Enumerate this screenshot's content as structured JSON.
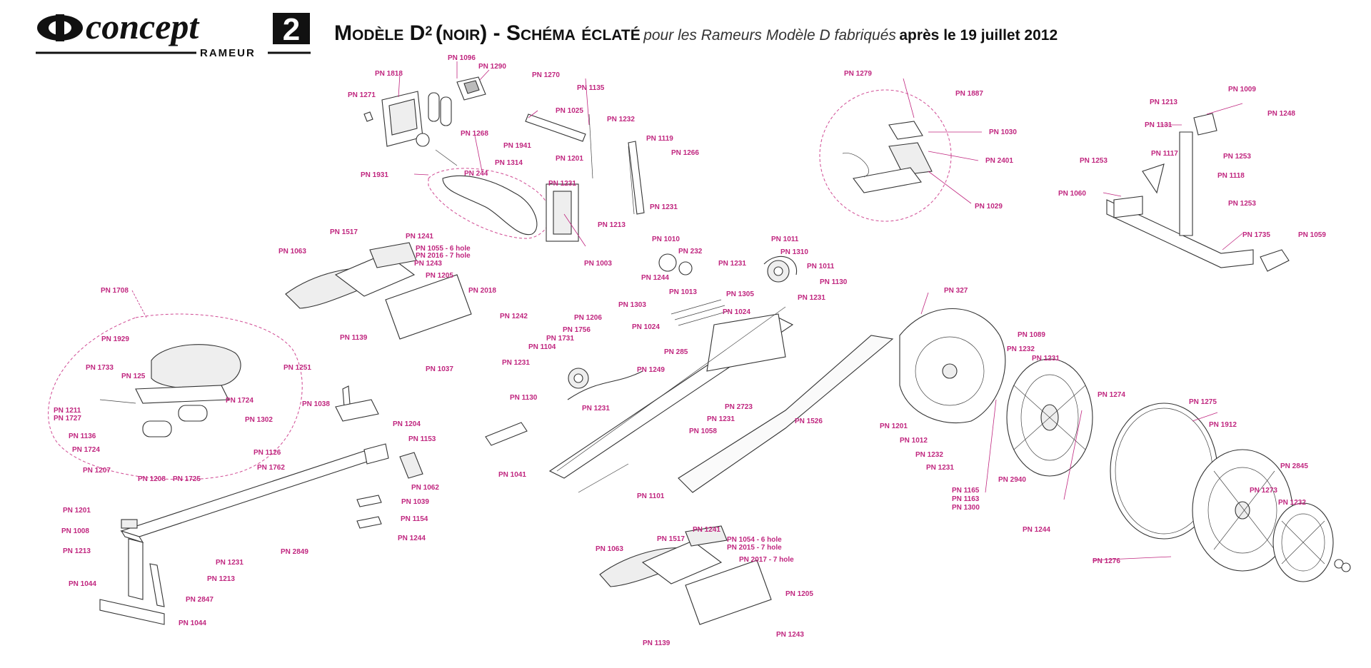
{
  "brand": {
    "name": "concept",
    "digit": "2",
    "subtitle": "RAMEUR"
  },
  "title": {
    "main": "Modèle D",
    "superscript": "2",
    "variant": "(noir) - Schéma éclaté",
    "subtitle": "pour les Rameurs Modèle D fabriqués",
    "date_text": "après le 19 juillet 2012"
  },
  "parts": [
    {
      "id": "pn1818",
      "text": "PN 1818"
    },
    {
      "id": "pn1096",
      "text": "PN 1096"
    },
    {
      "id": "pn1290",
      "text": "PN 1290"
    },
    {
      "id": "pn1271",
      "text": "PN 1271"
    },
    {
      "id": "pn1268",
      "text": "PN 1268"
    },
    {
      "id": "pn1931",
      "text": "PN 1931"
    },
    {
      "id": "pn1941",
      "text": "PN 1941"
    },
    {
      "id": "pn1314",
      "text": "PN 1314"
    },
    {
      "id": "pn244",
      "text": "PN 244"
    },
    {
      "id": "pn1270",
      "text": "PN 1270"
    },
    {
      "id": "pn1025",
      "text": "PN 1025"
    },
    {
      "id": "pn1135",
      "text": "PN 1135"
    },
    {
      "id": "pn1232a",
      "text": "PN 1232"
    },
    {
      "id": "pn1201a",
      "text": "PN 1201"
    },
    {
      "id": "pn1231a",
      "text": "PN 1231"
    },
    {
      "id": "pn1119",
      "text": "PN 1119"
    },
    {
      "id": "pn1266",
      "text": "PN 1266"
    },
    {
      "id": "pn1231b",
      "text": "PN 1231"
    },
    {
      "id": "pn1213a",
      "text": "PN 1213"
    },
    {
      "id": "pn1003",
      "text": "PN 1003"
    },
    {
      "id": "pn1279",
      "text": "PN 1279"
    },
    {
      "id": "pn1887",
      "text": "PN 1887"
    },
    {
      "id": "pn1030",
      "text": "PN 1030"
    },
    {
      "id": "pn2401",
      "text": "PN 2401"
    },
    {
      "id": "pn1029",
      "text": "PN 1029"
    },
    {
      "id": "pn1213b",
      "text": "PN 1213"
    },
    {
      "id": "pn1009",
      "text": "PN 1009"
    },
    {
      "id": "pn1248",
      "text": "PN 1248"
    },
    {
      "id": "pn1131",
      "text": "PN 1131"
    },
    {
      "id": "pn1117",
      "text": "PN 1117"
    },
    {
      "id": "pn1253a",
      "text": "PN 1253"
    },
    {
      "id": "pn1253b",
      "text": "PN 1253"
    },
    {
      "id": "pn1118",
      "text": "PN 1118"
    },
    {
      "id": "pn1060",
      "text": "PN 1060"
    },
    {
      "id": "pn1253c",
      "text": "PN 1253"
    },
    {
      "id": "pn1735",
      "text": "PN 1735"
    },
    {
      "id": "pn1059",
      "text": "PN 1059"
    },
    {
      "id": "pn1063a",
      "text": "PN 1063"
    },
    {
      "id": "pn1517a",
      "text": "PN 1517"
    },
    {
      "id": "pn1241a",
      "text": "PN 1241"
    },
    {
      "id": "pn1055",
      "text": "PN 1055 - 6 hole"
    },
    {
      "id": "pn2016",
      "text": "PN 2016 - 7 hole"
    },
    {
      "id": "pn1243a",
      "text": "PN 1243"
    },
    {
      "id": "pn1205a",
      "text": "PN 1205"
    },
    {
      "id": "pn2018",
      "text": "PN 2018"
    },
    {
      "id": "pn1139a",
      "text": "PN 1139"
    },
    {
      "id": "pn1242",
      "text": "PN 1242"
    },
    {
      "id": "pn1037",
      "text": "PN 1037"
    },
    {
      "id": "pn1010",
      "text": "PN 1010"
    },
    {
      "id": "pn232",
      "text": "PN 232"
    },
    {
      "id": "pn1244a",
      "text": "PN 1244"
    },
    {
      "id": "pn1013",
      "text": "PN 1013"
    },
    {
      "id": "pn1011a",
      "text": "PN 1011"
    },
    {
      "id": "pn1310",
      "text": "PN 1310"
    },
    {
      "id": "pn1231c",
      "text": "PN 1231"
    },
    {
      "id": "pn1011b",
      "text": "PN 1011"
    },
    {
      "id": "pn1130a",
      "text": "PN 1130"
    },
    {
      "id": "pn1305",
      "text": "PN 1305"
    },
    {
      "id": "pn1231d",
      "text": "PN 1231"
    },
    {
      "id": "pn1024a",
      "text": "PN 1024"
    },
    {
      "id": "pn1708",
      "text": "PN 1708"
    },
    {
      "id": "pn1929",
      "text": "PN 1929"
    },
    {
      "id": "pn1733",
      "text": "PN 1733"
    },
    {
      "id": "pn125",
      "text": "PN 125"
    },
    {
      "id": "pn1211",
      "text": "PN 1211"
    },
    {
      "id": "pn1727",
      "text": "PN 1727"
    },
    {
      "id": "pn1724a",
      "text": "PN 1724"
    },
    {
      "id": "pn1302",
      "text": "PN 1302"
    },
    {
      "id": "pn1136",
      "text": "PN 1136"
    },
    {
      "id": "pn1724b",
      "text": "PN 1724"
    },
    {
      "id": "pn1126",
      "text": "PN 1126"
    },
    {
      "id": "pn1207",
      "text": "PN 1207"
    },
    {
      "id": "pn1208",
      "text": "PN 1208"
    },
    {
      "id": "pn1725",
      "text": "PN 1725"
    },
    {
      "id": "pn1251",
      "text": "PN 1251"
    },
    {
      "id": "pn1038",
      "text": "PN 1038"
    },
    {
      "id": "pn1204",
      "text": "PN 1204"
    },
    {
      "id": "pn1153",
      "text": "PN 1153"
    },
    {
      "id": "pn1762",
      "text": "PN 1762"
    },
    {
      "id": "pn1062",
      "text": "PN 1062"
    },
    {
      "id": "pn1039",
      "text": "PN 1039"
    },
    {
      "id": "pn1154",
      "text": "PN 1154"
    },
    {
      "id": "pn1244b",
      "text": "PN 1244"
    },
    {
      "id": "pn1201b",
      "text": "PN 1201"
    },
    {
      "id": "pn1008",
      "text": "PN 1008"
    },
    {
      "id": "pn1213c",
      "text": "PN 1213"
    },
    {
      "id": "pn1231e",
      "text": "PN 1231"
    },
    {
      "id": "pn2849",
      "text": "PN 2849"
    },
    {
      "id": "pn1213d",
      "text": "PN 1213"
    },
    {
      "id": "pn1044a",
      "text": "PN 1044"
    },
    {
      "id": "pn2847",
      "text": "PN 2847"
    },
    {
      "id": "pn1044b",
      "text": "PN 1044"
    },
    {
      "id": "pn1206",
      "text": "PN 1206"
    },
    {
      "id": "pn1303",
      "text": "PN 1303"
    },
    {
      "id": "pn1756",
      "text": "PN 1756"
    },
    {
      "id": "pn1731",
      "text": "PN 1731"
    },
    {
      "id": "pn1104",
      "text": "PN 1104"
    },
    {
      "id": "pn1024b",
      "text": "PN 1024"
    },
    {
      "id": "pn285",
      "text": "PN 285"
    },
    {
      "id": "pn1231f",
      "text": "PN 1231"
    },
    {
      "id": "pn1249",
      "text": "PN 1249"
    },
    {
      "id": "pn1130b",
      "text": "PN 1130"
    },
    {
      "id": "pn1231g",
      "text": "PN 1231"
    },
    {
      "id": "pn2723",
      "text": "PN 2723"
    },
    {
      "id": "pn1231h",
      "text": "PN 1231"
    },
    {
      "id": "pn1058",
      "text": "PN 1058"
    },
    {
      "id": "pn1526",
      "text": "PN 1526"
    },
    {
      "id": "pn1041",
      "text": "PN 1041"
    },
    {
      "id": "pn1101",
      "text": "PN 1101"
    },
    {
      "id": "pn1063b",
      "text": "PN 1063"
    },
    {
      "id": "pn1517b",
      "text": "PN 1517"
    },
    {
      "id": "pn1241b",
      "text": "PN 1241"
    },
    {
      "id": "pn1054",
      "text": "PN 1054 - 6 hole"
    },
    {
      "id": "pn2015",
      "text": "PN 2015 - 7 hole"
    },
    {
      "id": "pn2017",
      "text": "PN 2017 - 7 hole"
    },
    {
      "id": "pn1205b",
      "text": "PN 1205"
    },
    {
      "id": "pn1139b",
      "text": "PN 1139"
    },
    {
      "id": "pn1243b",
      "text": "PN 1243"
    },
    {
      "id": "pn327",
      "text": "PN 327"
    },
    {
      "id": "pn1089",
      "text": "PN 1089"
    },
    {
      "id": "pn1232b",
      "text": "PN 1232"
    },
    {
      "id": "pn1231i",
      "text": "PN 1231"
    },
    {
      "id": "pn1201c",
      "text": "PN 1201"
    },
    {
      "id": "pn1012",
      "text": "PN 1012"
    },
    {
      "id": "pn1232c",
      "text": "PN 1232"
    },
    {
      "id": "pn1231j",
      "text": "PN 1231"
    },
    {
      "id": "pn1165",
      "text": "PN 1165"
    },
    {
      "id": "pn1163",
      "text": "PN 1163"
    },
    {
      "id": "pn1300",
      "text": "PN 1300"
    },
    {
      "id": "pn2940",
      "text": "PN 2940"
    },
    {
      "id": "pn1274",
      "text": "PN 1274"
    },
    {
      "id": "pn1275",
      "text": "PN 1275"
    },
    {
      "id": "pn1912",
      "text": "PN 1912"
    },
    {
      "id": "pn2845",
      "text": "PN 2845"
    },
    {
      "id": "pn1273",
      "text": "PN 1273"
    },
    {
      "id": "pn1232d",
      "text": "PN 1232"
    },
    {
      "id": "pn1244c",
      "text": "PN 1244"
    },
    {
      "id": "pn1276",
      "text": "PN 1276"
    }
  ]
}
